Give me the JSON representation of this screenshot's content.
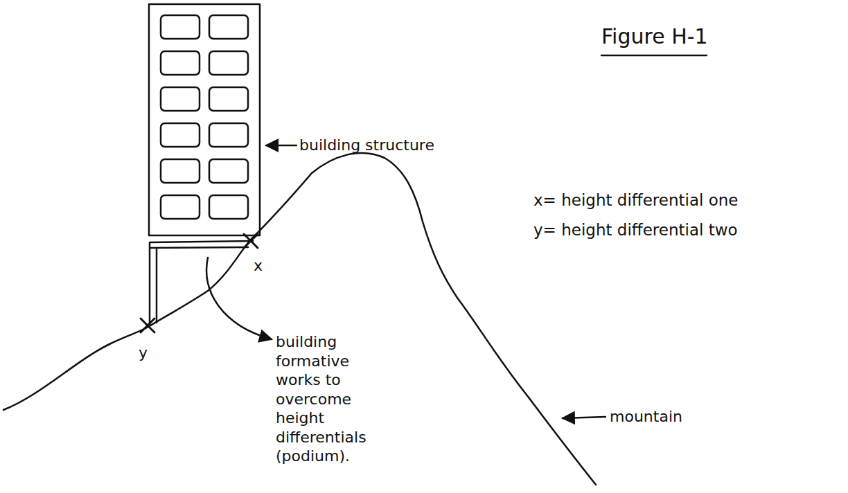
{
  "diagram": {
    "title": "Figure H-1",
    "labels": [
      "building structure",
      "building formative works to overcome height differentials (podium).",
      "mountain",
      "x= height differential one",
      "y= height differential two",
      "x",
      "y"
    ]
  }
}
